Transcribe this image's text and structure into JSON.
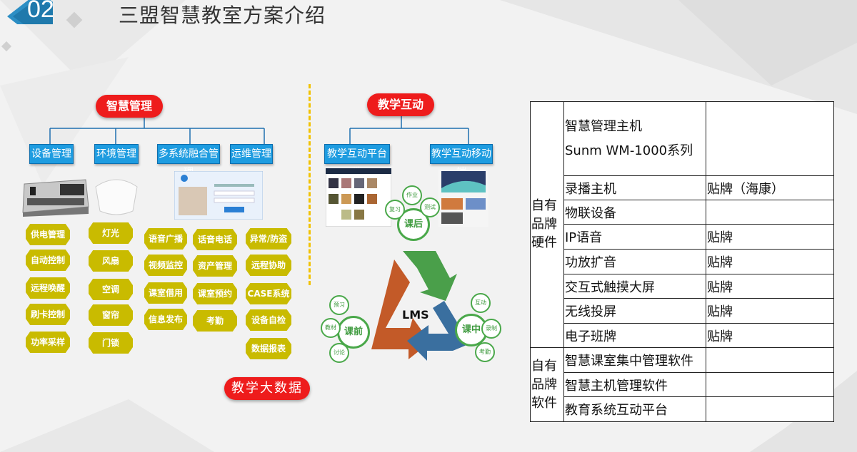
{
  "header": {
    "number": "02",
    "title": "三盟智慧教室方案介绍"
  },
  "management": {
    "title": "智慧管理",
    "categories": [
      "设备管理",
      "环境管理",
      "多系统融合管理",
      "运维管理"
    ],
    "col1": [
      "供电管理",
      "自动控制",
      "远程唤醒",
      "刷卡控制",
      "功率采样"
    ],
    "col2": [
      "灯光",
      "风扇",
      "空调",
      "窗帘",
      "门锁"
    ],
    "col3": [
      "语音广播",
      "视频监控",
      "课室借用",
      "信息发布"
    ],
    "col4": [
      "话音电话",
      "资产管理",
      "课室预约",
      "考勤"
    ],
    "col5": [
      "异常/防盗告警",
      "远程协助",
      "CASE系统",
      "设备自检",
      "数据报表"
    ]
  },
  "teaching": {
    "title": "教学互动",
    "platform": "教学互动平台端",
    "mobile": "教学互动移动端",
    "lms": "LMS",
    "after": {
      "label": "课后",
      "items": [
        "作业",
        "复习",
        "测试"
      ]
    },
    "before": {
      "label": "课前",
      "items": [
        "预习",
        "教材",
        "讨论"
      ]
    },
    "during": {
      "label": "课中",
      "items": [
        "互动",
        "录制",
        "考勤"
      ]
    }
  },
  "bigdata": "教学大数据",
  "table": {
    "groups": [
      {
        "label": "自有品牌硬件",
        "rows": [
          {
            "name": "智慧管理主机\nSunm WM-1000系列",
            "note": ""
          },
          {
            "name": "录播主机",
            "note": "贴牌（海康）"
          },
          {
            "name": "物联设备",
            "note": ""
          },
          {
            "name": "IP语音",
            "note": "贴牌"
          },
          {
            "name": "功放扩音",
            "note": "贴牌"
          },
          {
            "name": "交互式触摸大屏",
            "note": "贴牌"
          },
          {
            "name": "无线投屏",
            "note": "贴牌"
          },
          {
            "name": "电子班牌",
            "note": "贴牌"
          }
        ]
      },
      {
        "label": "自有品牌软件",
        "rows": [
          {
            "name": "智慧课室集中管理软件",
            "note": ""
          },
          {
            "name": "智慧主机管理软件",
            "note": ""
          },
          {
            "name": "教育系统互动平台",
            "note": ""
          }
        ]
      }
    ]
  },
  "colors": {
    "red": "#ee1c1c",
    "blue": "#1e9ce0",
    "olive": "#c9bb00",
    "green": "#4aa84a"
  }
}
